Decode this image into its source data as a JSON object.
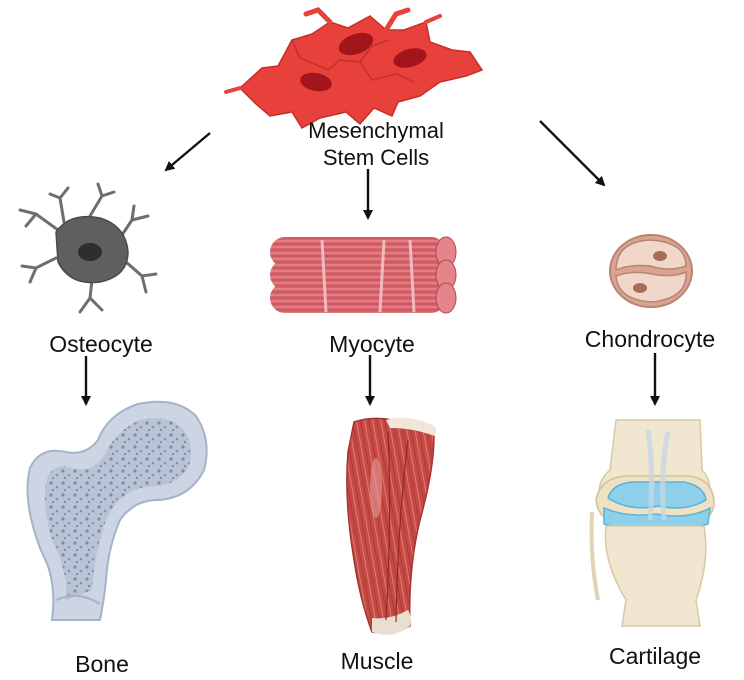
{
  "labels": {
    "stem_cells_line1": "Mesenchymal",
    "stem_cells_line2": "Stem Cells",
    "osteocyte": "Osteocyte",
    "myocyte": "Myocyte",
    "chondrocyte": "Chondrocyte",
    "bone": "Bone",
    "muscle": "Muscle",
    "cartilage": "Cartilage"
  },
  "colors": {
    "stem_cell": "#e8403a",
    "stem_cell_nucleus": "#a3151c",
    "osteocyte": "#5f5f5f",
    "muscle_fiber": "#d9646c",
    "chondrocyte": "#ecc7b5",
    "bone": "#cdd5e4",
    "muscle_tissue": "#c94e4a",
    "cartilage": "#8ed0ea",
    "arrow": "#111111"
  },
  "icons": [
    "mesenchymal-stem-cells-illustration",
    "osteocyte-illustration",
    "myocyte-fiber-bundle-illustration",
    "chondrocyte-illustration",
    "femur-bone-illustration",
    "thigh-muscle-illustration",
    "knee-joint-cartilage-illustration"
  ]
}
